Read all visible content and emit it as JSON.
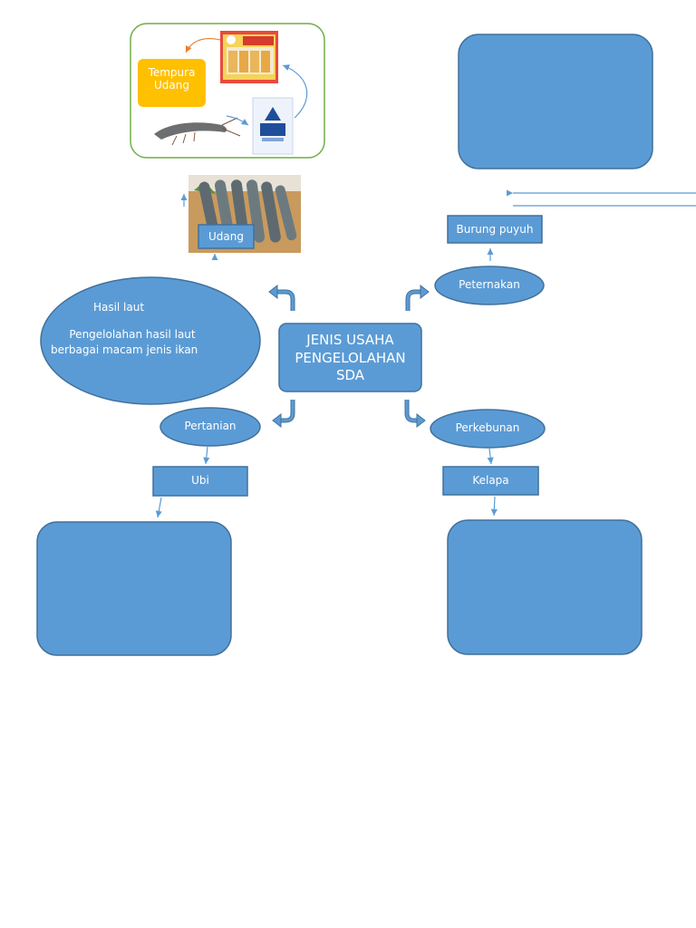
{
  "center": {
    "line1": "JENIS USAHA",
    "line2": "PENGELOLAHAN",
    "line3": "SDA"
  },
  "hasil_laut": {
    "title": "Hasil laut",
    "body_line1": "Pengelolahan hasil laut",
    "body_line2": "berbagai macam jenis ikan"
  },
  "peternakan": {
    "label": "Peternakan"
  },
  "burung_puyuh": {
    "label": "Burung puyuh"
  },
  "pertanian": {
    "label": "Pertanian"
  },
  "ubi": {
    "label": "Ubi"
  },
  "perkebunan": {
    "label": "Perkebunan"
  },
  "kelapa": {
    "label": "Kelapa"
  },
  "udang": {
    "label": "Udang"
  },
  "tempura": {
    "line1": "Tempura",
    "line2": "Udang"
  },
  "colors": {
    "shape_fill": "#5b9bd5",
    "shape_stroke": "#41719c",
    "tempura_fill": "#ffc000",
    "green_border": "#70ad47",
    "orange_arrow": "#ed7d31"
  }
}
